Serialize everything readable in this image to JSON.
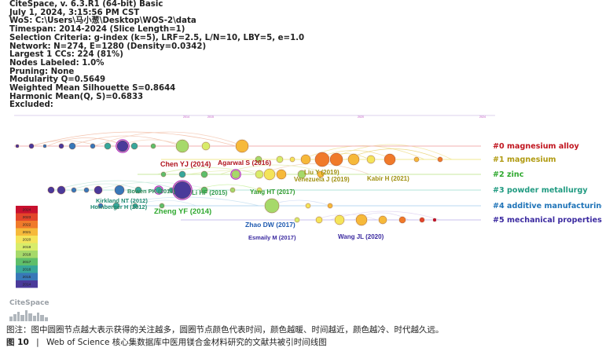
{
  "header": {
    "lines": [
      "CiteSpace, v. 6.3.R1 (64-bit) Basic",
      "July 1, 2024, 3:15:56 PM CST",
      "WoS: C:\\Users\\马小葱\\Desktop\\WOS-2\\data",
      "Timespan: 2014-2024 (Slice Length=1)",
      "Selection Criteria: g-index (k=5), LRF=2.5, L/N=10, LBY=5, e=1.0",
      "Network: N=274, E=1280 (Density=0.0342)",
      "Largest 1 CCs: 224 (81%)",
      "Nodes Labeled: 1.0%",
      "Pruning: None",
      "Modularity Q=0.5649",
      "Weighted Mean Silhouette S=0.8644",
      "Harmonic Mean(Q, S)=0.6833",
      "Excluded:"
    ]
  },
  "chart_data": {
    "type": "timeline",
    "time_axis": {
      "ticks": [
        "2014",
        "2015",
        "2020",
        "2024"
      ],
      "range": [
        2014,
        2024
      ]
    },
    "clusters": [
      {
        "id": 0,
        "label": "#0 magnesium alloy",
        "color": "#c0141e"
      },
      {
        "id": 1,
        "label": "#1 magnesium",
        "color": "#b09a10"
      },
      {
        "id": 2,
        "label": "#2 zinc",
        "color": "#2ea82e"
      },
      {
        "id": 3,
        "label": "#3 powder metallurgy",
        "color": "#1f9a80"
      },
      {
        "id": 4,
        "label": "#4 additive manufacturing",
        "color": "#1f74b8"
      },
      {
        "id": 5,
        "label": "#5 mechanical properties",
        "color": "#3b2aa0"
      }
    ],
    "node_labels": [
      {
        "text": "Chen YJ (2014)",
        "color": "#b0141e"
      },
      {
        "text": "Agarwal S (2016)",
        "color": "#b0141e"
      },
      {
        "text": "Liu Y (2019)",
        "color": "#a09010"
      },
      {
        "text": "Venezuela J (2019)",
        "color": "#a09010"
      },
      {
        "text": "Kabir H (2021)",
        "color": "#a09010"
      },
      {
        "text": "Bowen PK (2013)",
        "color": "#2e8a5a"
      },
      {
        "text": "Li HF (2015)",
        "color": "#2e9a4a"
      },
      {
        "text": "Yang HT (2017)",
        "color": "#2e9a2e"
      },
      {
        "text": "Kirkland NT (2012)",
        "color": "#1f8a70"
      },
      {
        "text": "Hornberger H (2012)",
        "color": "#1f8a70"
      },
      {
        "text": "Zheng YF (2014)",
        "color": "#2ea82e"
      },
      {
        "text": "Zhao DW (2017)",
        "color": "#1f5ab0"
      },
      {
        "text": "Esmaily M (2017)",
        "color": "#3b2aa0"
      },
      {
        "text": "Wang JL (2020)",
        "color": "#3b2aa0"
      }
    ],
    "color_legend": {
      "years": [
        "2024",
        "2023",
        "2022",
        "2021",
        "2020",
        "2019",
        "2018",
        "2017",
        "2016",
        "2015",
        "2014"
      ],
      "colors": [
        "#c8102e",
        "#e2452a",
        "#f07a2a",
        "#f6b93a",
        "#f4e45a",
        "#d8ec6a",
        "#a6d96a",
        "#5fbf6a",
        "#38a79a",
        "#3878b8",
        "#4a3a9a"
      ]
    }
  },
  "logo": {
    "text": "CiteSpace"
  },
  "caption": {
    "note": "图注：图中圆圈节点越大表示获得的关注越多，圆圈节点颜色代表时间，颜色越暖、时间越近，颜色越冷、时代越久远。",
    "figure_no": "图 10",
    "separator": "|",
    "title": "Web of Science 核心集数据库中医用镁合金材料研究的文献共被引时间线图"
  }
}
